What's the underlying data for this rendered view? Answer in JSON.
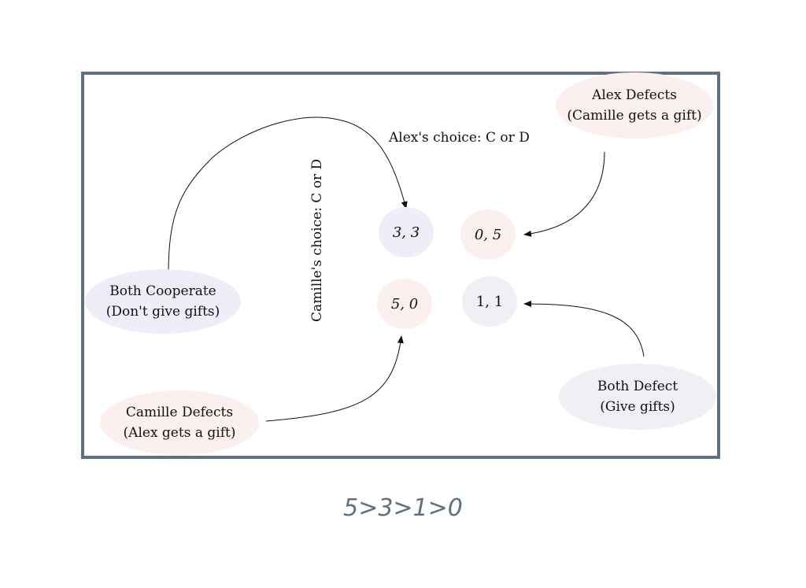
{
  "diagram": {
    "outcomes": {
      "both_cooperate": {
        "line1": "Both Cooperate",
        "line2": "(Don't give gifts)",
        "color": "#eeeefb"
      },
      "alex_defects": {
        "line1": "Alex Defects",
        "line2": "(Camille gets a gift)",
        "color": "#fcefef"
      },
      "camille_defects": {
        "line1": "Camille Defects",
        "line2": "(Alex gets a gift)",
        "color": "#fcefef"
      },
      "both_defect": {
        "line1": "Both Defect",
        "line2": "(Give gifts)",
        "color": "#eef0f4"
      }
    },
    "payoffs": {
      "cc": "3, 3",
      "cd": "0, 5",
      "dc": "5, 0",
      "dd": "1, 1"
    },
    "alex_choice_label": "Alex's choice: C or D",
    "camille_choice_label": "Camille's choice: C or D"
  },
  "footer": {
    "ranking": "5>3>1>0"
  },
  "colors": {
    "frame": "#5f7180",
    "cooperate_fill": "#eeeefb",
    "defect_fill": "#fcefef",
    "mutual_defect_fill": "#eef0f4",
    "footer_text": "#5f7180"
  }
}
